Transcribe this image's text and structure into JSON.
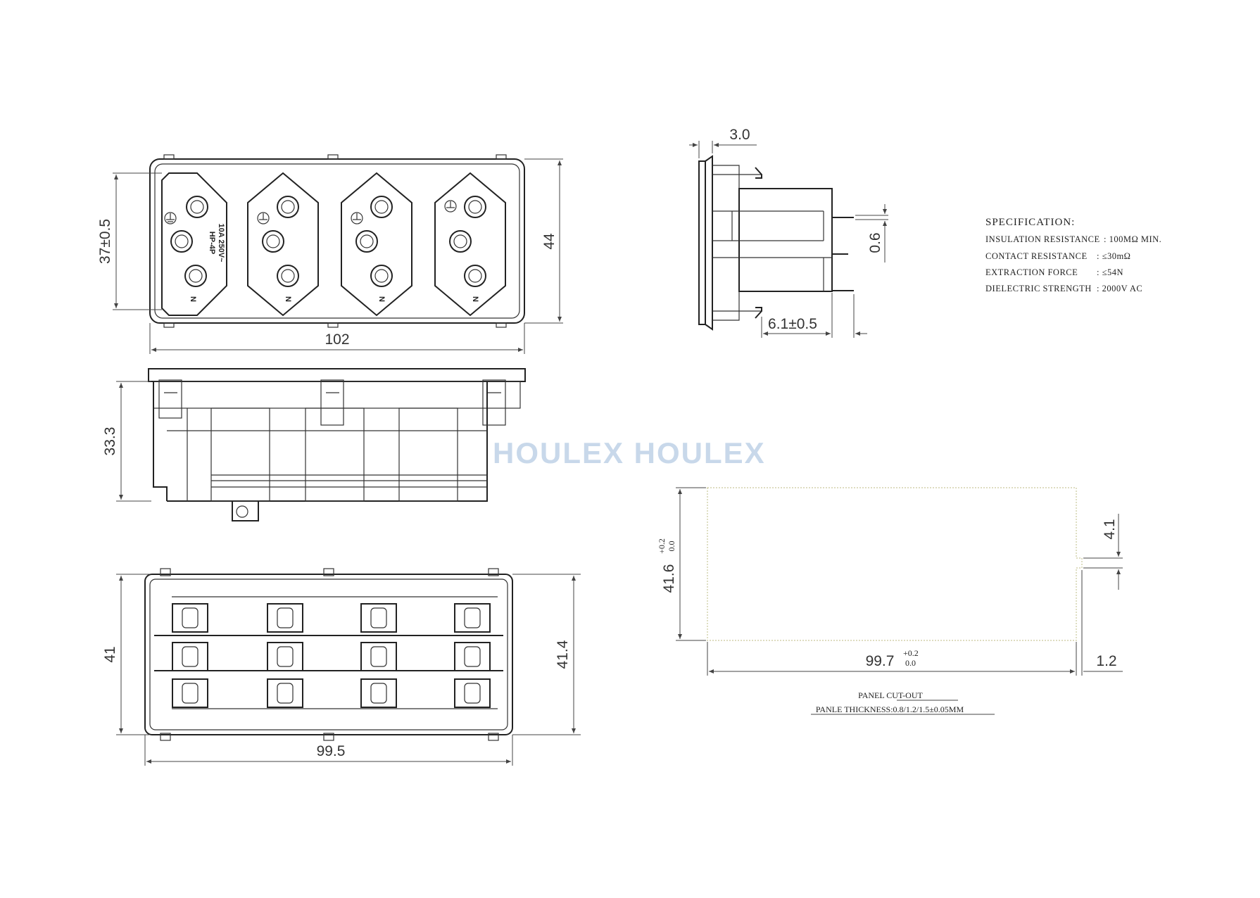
{
  "watermark": "HOULEX HOULEX",
  "front_view": {
    "dims": {
      "height": "37±0.5",
      "overall_height": "44",
      "width": "102"
    },
    "marking": {
      "model": "HP-4P",
      "rating": "10A 250V~"
    },
    "neutral_label": "N"
  },
  "side_view": {
    "dims": {
      "t1": "3.0",
      "t2": "0.6",
      "t3": "6.1±0.5"
    }
  },
  "profile_view": {
    "dims": {
      "height": "33.3"
    }
  },
  "bottom_view": {
    "dims": {
      "left": "41",
      "right": "41.4",
      "width": "99.5"
    }
  },
  "specification": {
    "title": "SPECIFICATION:",
    "rows": [
      {
        "label": "INSULATION RESISTANCE",
        "value": ": 100MΩ   MIN."
      },
      {
        "label": "CONTACT RESISTANCE",
        "value": ":  ≤30mΩ"
      },
      {
        "label": "EXTRACTION FORCE",
        "value": ":  ≤54N"
      },
      {
        "label": "DIELECTRIC STRENGTH",
        "value": ": 2000V AC"
      }
    ]
  },
  "panel_cutout": {
    "dims": {
      "height": "41.6",
      "height_tol_upper": "+0.2",
      "height_tol_lower": "0.0",
      "width": "99.7",
      "width_tol_upper": "+0.2",
      "width_tol_lower": "0.0",
      "notch_h": "4.1",
      "notch_w": "1.2"
    },
    "title": "PANEL CUT-OUT",
    "thickness": "PANLE THICKNESS:0.8/1.2/1.5±0.05MM"
  }
}
